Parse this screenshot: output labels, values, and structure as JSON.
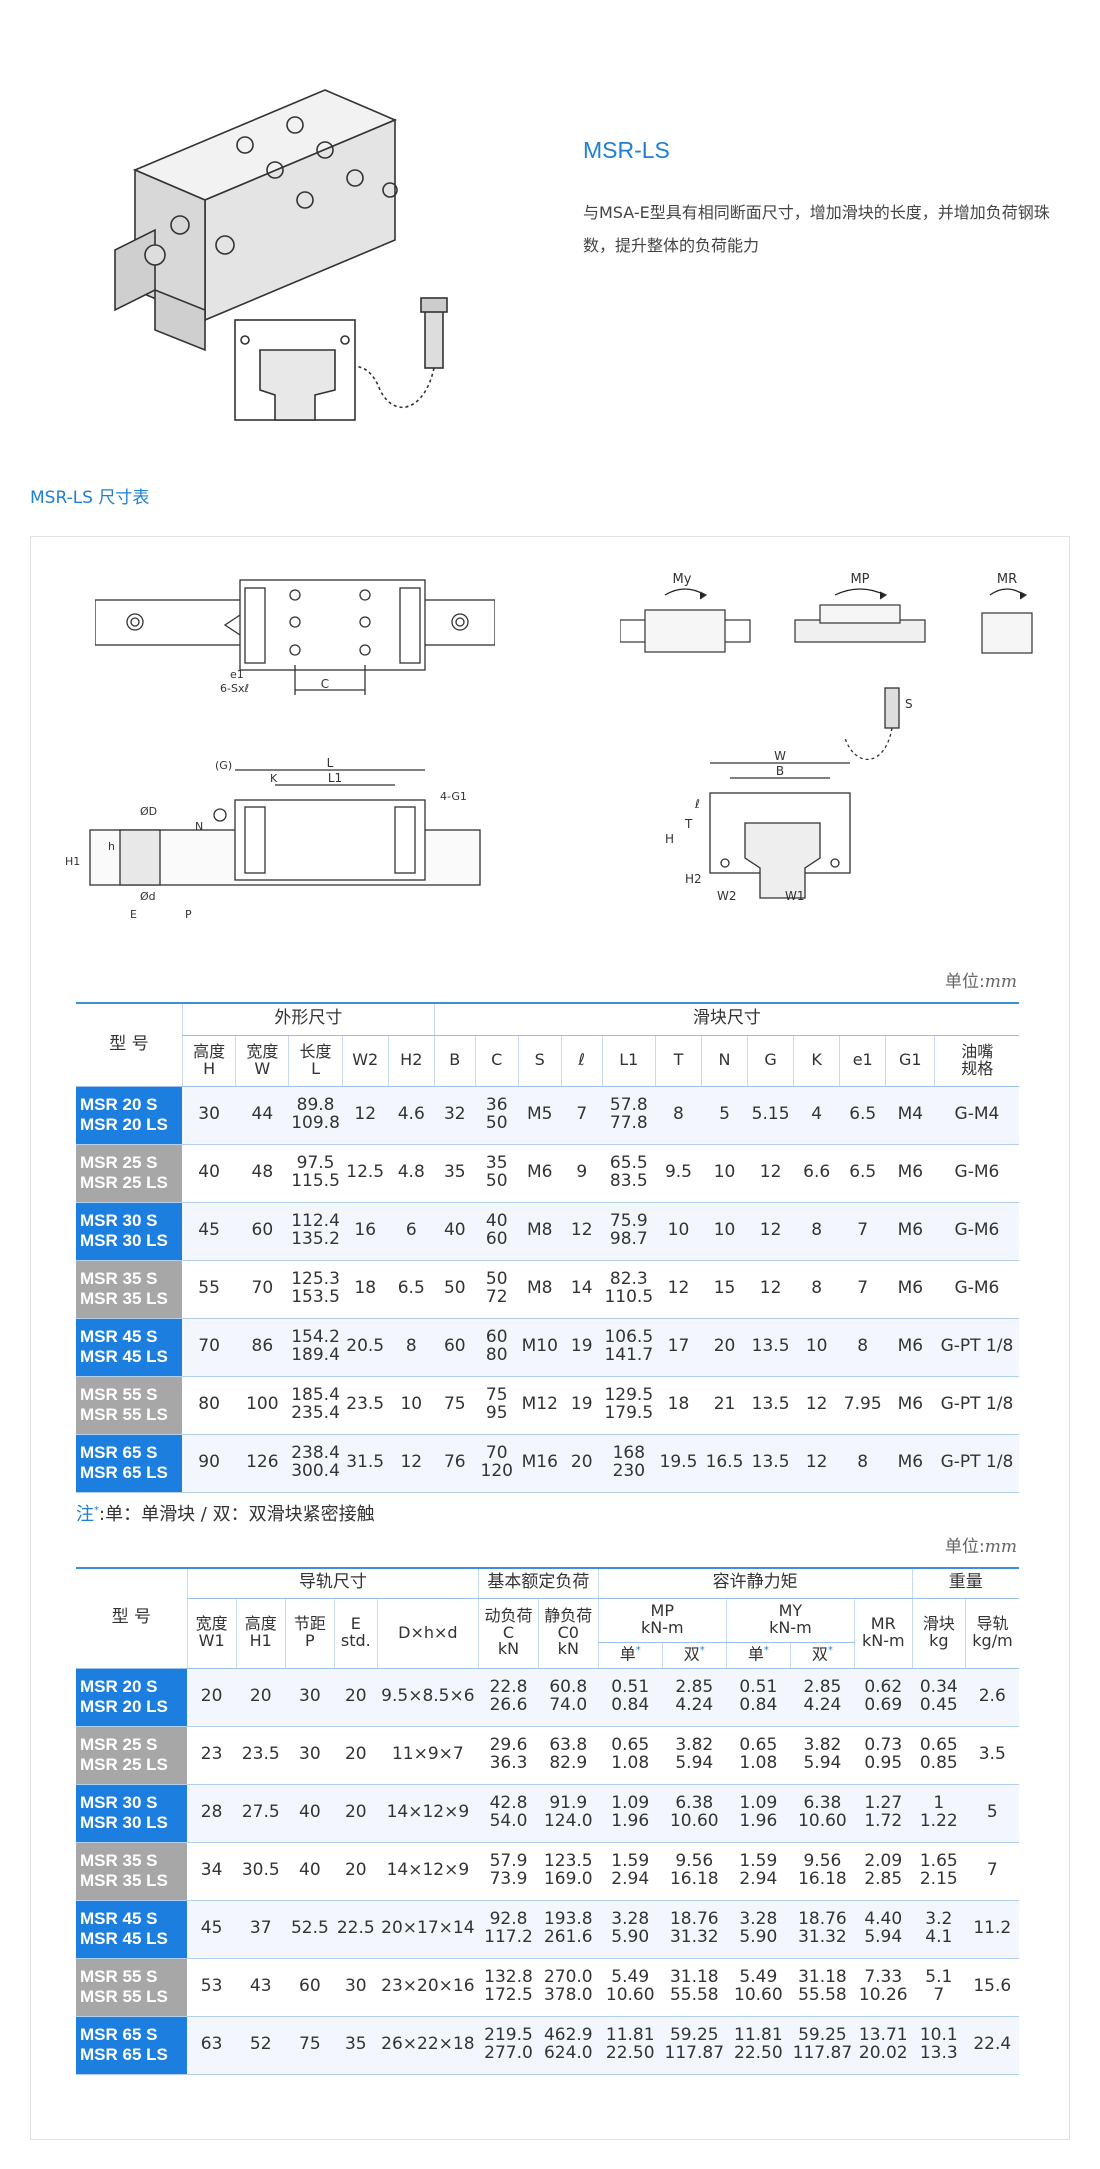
{
  "hero": {
    "title": "MSR-LS",
    "description": "与MSA-E型具有相同断面尺寸，增加滑块的长度，并增加负荷钢珠数，提升整体的负荷能力"
  },
  "section_title": "MSR-LS 尺寸表",
  "diagram_labels": {
    "my": "My",
    "mp": "MP",
    "mr": "MR",
    "e1": "e1",
    "sxl": "6-Sxℓ",
    "c": "C",
    "s": "S",
    "g": "(G)",
    "l": "L",
    "k": "K",
    "l1": "L1",
    "g1": "4-G1",
    "od": "ØD",
    "n": "N",
    "h": "h",
    "h1": "H1",
    "d": "Ød",
    "e": "E",
    "p": "P",
    "w": "W",
    "b": "B",
    "ell": "ℓ",
    "t": "T",
    "hh": "H",
    "h2": "H2",
    "w2": "W2",
    "w1": "W1"
  },
  "unit_label": "单位:",
  "unit_value": "mm",
  "table1": {
    "model_header": "型 号",
    "group_outer": "外形尺寸",
    "group_block": "滑块尺寸",
    "columns": [
      {
        "a": "高度",
        "b": "H"
      },
      {
        "a": "宽度",
        "b": "W"
      },
      {
        "a": "长度",
        "b": "L"
      },
      {
        "a": "W2",
        "b": ""
      },
      {
        "a": "H2",
        "b": ""
      },
      {
        "a": "B",
        "b": ""
      },
      {
        "a": "C",
        "b": ""
      },
      {
        "a": "S",
        "b": ""
      },
      {
        "a": "ℓ",
        "b": ""
      },
      {
        "a": "L1",
        "b": ""
      },
      {
        "a": "T",
        "b": ""
      },
      {
        "a": "N",
        "b": ""
      },
      {
        "a": "G",
        "b": ""
      },
      {
        "a": "K",
        "b": ""
      },
      {
        "a": "e1",
        "b": ""
      },
      {
        "a": "G1",
        "b": ""
      },
      {
        "a": "油嘴",
        "b": "规格"
      }
    ],
    "rows": [
      {
        "m1": "MSR 20 S",
        "m2": "MSR 20 LS",
        "v": [
          "30",
          "44",
          [
            "89.8",
            "109.8"
          ],
          "12",
          "4.6",
          "32",
          [
            "36",
            "50"
          ],
          "M5",
          "7",
          [
            "57.8",
            "77.8"
          ],
          "8",
          "5",
          "5.15",
          "4",
          "6.5",
          "M4",
          "G-M4"
        ]
      },
      {
        "m1": "MSR 25 S",
        "m2": "MSR 25 LS",
        "v": [
          "40",
          "48",
          [
            "97.5",
            "115.5"
          ],
          "12.5",
          "4.8",
          "35",
          [
            "35",
            "50"
          ],
          "M6",
          "9",
          [
            "65.5",
            "83.5"
          ],
          "9.5",
          "10",
          "12",
          "6.6",
          "6.5",
          "M6",
          "G-M6"
        ]
      },
      {
        "m1": "MSR 30 S",
        "m2": "MSR 30 LS",
        "v": [
          "45",
          "60",
          [
            "112.4",
            "135.2"
          ],
          "16",
          "6",
          "40",
          [
            "40",
            "60"
          ],
          "M8",
          "12",
          [
            "75.9",
            "98.7"
          ],
          "10",
          "10",
          "12",
          "8",
          "7",
          "M6",
          "G-M6"
        ]
      },
      {
        "m1": "MSR 35 S",
        "m2": "MSR 35 LS",
        "v": [
          "55",
          "70",
          [
            "125.3",
            "153.5"
          ],
          "18",
          "6.5",
          "50",
          [
            "50",
            "72"
          ],
          "M8",
          "14",
          [
            "82.3",
            "110.5"
          ],
          "12",
          "15",
          "12",
          "8",
          "7",
          "M6",
          "G-M6"
        ]
      },
      {
        "m1": "MSR 45 S",
        "m2": "MSR 45 LS",
        "v": [
          "70",
          "86",
          [
            "154.2",
            "189.4"
          ],
          "20.5",
          "8",
          "60",
          [
            "60",
            "80"
          ],
          "M10",
          "19",
          [
            "106.5",
            "141.7"
          ],
          "17",
          "20",
          "13.5",
          "10",
          "8",
          "M6",
          "G-PT 1/8"
        ]
      },
      {
        "m1": "MSR 55 S",
        "m2": "MSR 55 LS",
        "v": [
          "80",
          "100",
          [
            "185.4",
            "235.4"
          ],
          "23.5",
          "10",
          "75",
          [
            "75",
            "95"
          ],
          "M12",
          "19",
          [
            "129.5",
            "179.5"
          ],
          "18",
          "21",
          "13.5",
          "12",
          "7.95",
          "M6",
          "G-PT 1/8"
        ]
      },
      {
        "m1": "MSR 65 S",
        "m2": "MSR 65 LS",
        "v": [
          "90",
          "126",
          [
            "238.4",
            "300.4"
          ],
          "31.5",
          "12",
          "76",
          [
            "70",
            "120"
          ],
          "M16",
          "20",
          [
            "168",
            "230"
          ],
          "19.5",
          "16.5",
          "13.5",
          "12",
          "8",
          "M6",
          "G-PT 1/8"
        ]
      }
    ]
  },
  "note": {
    "mark": "注",
    "text": ":单：单滑块 / 双：双滑块紧密接触"
  },
  "table2": {
    "model_header": "型 号",
    "group_rail": "导轨尺寸",
    "group_load": "基本额定负荷",
    "group_moment": "容许静力矩",
    "group_weight": "重量",
    "columns": {
      "w1": [
        "宽度",
        "W1"
      ],
      "h1": [
        "高度",
        "H1"
      ],
      "p": [
        "节距",
        "P"
      ],
      "e": [
        "E",
        "std."
      ],
      "dhd": "D×h×d",
      "c": [
        "动负荷",
        "C",
        "kN"
      ],
      "c0": [
        "静负荷",
        "C0",
        "kN"
      ],
      "mp": [
        "MP",
        "kN-m"
      ],
      "my": [
        "MY",
        "kN-m"
      ],
      "mr": [
        "MR",
        "kN-m"
      ],
      "single": "单",
      "double": "双",
      "block": [
        "滑块",
        "kg"
      ],
      "rail": [
        "导轨",
        "kg/m"
      ]
    },
    "rows": [
      {
        "m1": "MSR 20 S",
        "m2": "MSR 20 LS",
        "v": [
          "20",
          "20",
          "30",
          "20",
          "9.5×8.5×6",
          [
            "22.8",
            "26.6"
          ],
          [
            "60.8",
            "74.0"
          ],
          [
            "0.51",
            "0.84"
          ],
          [
            "2.85",
            "4.24"
          ],
          [
            "0.51",
            "0.84"
          ],
          [
            "2.85",
            "4.24"
          ],
          [
            "0.62",
            "0.69"
          ],
          [
            "0.34",
            "0.45"
          ],
          "2.6"
        ]
      },
      {
        "m1": "MSR 25 S",
        "m2": "MSR 25 LS",
        "v": [
          "23",
          "23.5",
          "30",
          "20",
          "11×9×7",
          [
            "29.6",
            "36.3"
          ],
          [
            "63.8",
            "82.9"
          ],
          [
            "0.65",
            "1.08"
          ],
          [
            "3.82",
            "5.94"
          ],
          [
            "0.65",
            "1.08"
          ],
          [
            "3.82",
            "5.94"
          ],
          [
            "0.73",
            "0.95"
          ],
          [
            "0.65",
            "0.85"
          ],
          "3.5"
        ]
      },
      {
        "m1": "MSR 30 S",
        "m2": "MSR 30 LS",
        "v": [
          "28",
          "27.5",
          "40",
          "20",
          "14×12×9",
          [
            "42.8",
            "54.0"
          ],
          [
            "91.9",
            "124.0"
          ],
          [
            "1.09",
            "1.96"
          ],
          [
            "6.38",
            "10.60"
          ],
          [
            "1.09",
            "1.96"
          ],
          [
            "6.38",
            "10.60"
          ],
          [
            "1.27",
            "1.72"
          ],
          [
            "1",
            "1.22"
          ],
          "5"
        ]
      },
      {
        "m1": "MSR 35 S",
        "m2": "MSR 35 LS",
        "v": [
          "34",
          "30.5",
          "40",
          "20",
          "14×12×9",
          [
            "57.9",
            "73.9"
          ],
          [
            "123.5",
            "169.0"
          ],
          [
            "1.59",
            "2.94"
          ],
          [
            "9.56",
            "16.18"
          ],
          [
            "1.59",
            "2.94"
          ],
          [
            "9.56",
            "16.18"
          ],
          [
            "2.09",
            "2.85"
          ],
          [
            "1.65",
            "2.15"
          ],
          "7"
        ]
      },
      {
        "m1": "MSR 45 S",
        "m2": "MSR 45 LS",
        "v": [
          "45",
          "37",
          "52.5",
          "22.5",
          "20×17×14",
          [
            "92.8",
            "117.2"
          ],
          [
            "193.8",
            "261.6"
          ],
          [
            "3.28",
            "5.90"
          ],
          [
            "18.76",
            "31.32"
          ],
          [
            "3.28",
            "5.90"
          ],
          [
            "18.76",
            "31.32"
          ],
          [
            "4.40",
            "5.94"
          ],
          [
            "3.2",
            "4.1"
          ],
          "11.2"
        ]
      },
      {
        "m1": "MSR 55 S",
        "m2": "MSR 55 LS",
        "v": [
          "53",
          "43",
          "60",
          "30",
          "23×20×16",
          [
            "132.8",
            "172.5"
          ],
          [
            "270.0",
            "378.0"
          ],
          [
            "5.49",
            "10.60"
          ],
          [
            "31.18",
            "55.58"
          ],
          [
            "5.49",
            "10.60"
          ],
          [
            "31.18",
            "55.58"
          ],
          [
            "7.33",
            "10.26"
          ],
          [
            "5.1",
            "7"
          ],
          "15.6"
        ]
      },
      {
        "m1": "MSR 65 S",
        "m2": "MSR 65 LS",
        "v": [
          "63",
          "52",
          "75",
          "35",
          "26×22×18",
          [
            "219.5",
            "277.0"
          ],
          [
            "462.9",
            "624.0"
          ],
          [
            "11.81",
            "22.50"
          ],
          [
            "59.25",
            "117.87"
          ],
          [
            "11.81",
            "22.50"
          ],
          [
            "59.25",
            "117.87"
          ],
          [
            "13.71",
            "20.02"
          ],
          [
            "10.1",
            "13.3"
          ],
          "22.4"
        ]
      }
    ]
  }
}
